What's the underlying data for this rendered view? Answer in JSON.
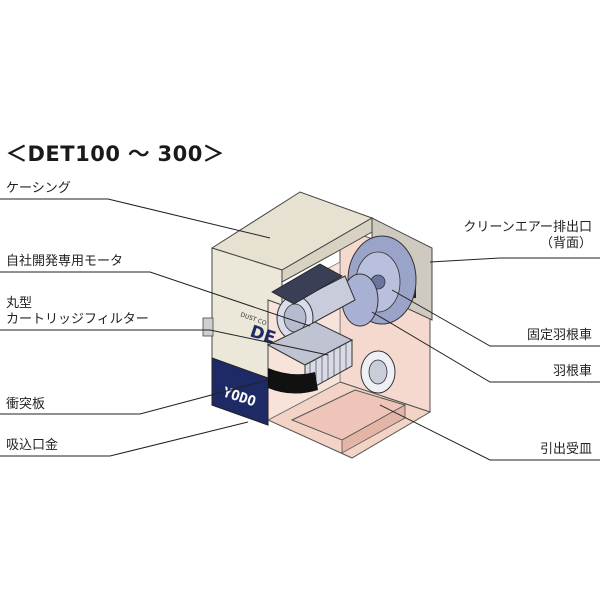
{
  "title": "＜DET100 ～ 300＞",
  "labels": {
    "casing": "ケーシング",
    "motor": "自社開発専用モータ",
    "filter_line1": "丸型",
    "filter_line2": "カートリッジフィルター",
    "baffle": "衝突板",
    "inlet": "吸込口金",
    "exhaust_line1": "クリーンエアー排出口",
    "exhaust_line2": "（背面）",
    "fixed_impeller": "固定羽根車",
    "impeller": "羽根車",
    "drawer_tray": "引出受皿"
  },
  "machine_text": {
    "dust_text": "DUST CO",
    "logo_text": "DE",
    "brand_text": "YODO"
  },
  "colors": {
    "casing": "#e9e5d6",
    "navy": "#1e2a66",
    "interior": "#f6d7cc",
    "lines": "#333333"
  }
}
